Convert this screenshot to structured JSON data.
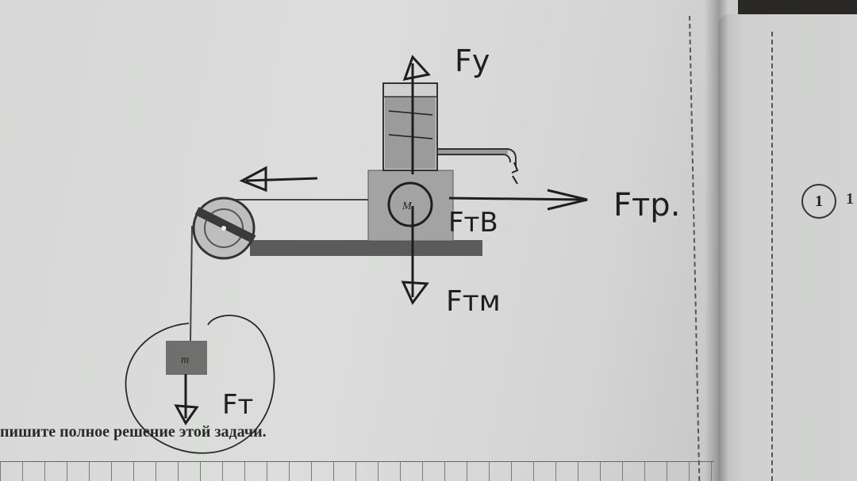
{
  "printed": {
    "caption": "пишите полное решение этой задачи.",
    "task_number": "1",
    "task_number_tail": "1",
    "block_large_label": "M",
    "block_small_label": "m"
  },
  "handwritten": {
    "force_up": "Fу",
    "force_right": "Fтр.",
    "force_water": "FтВ",
    "force_large_block": "Fтм",
    "force_small_block": "Fт"
  },
  "colors": {
    "paper": "#d6d7d6",
    "block_large": "#a2a3a2",
    "block_small": "#6f6f6e",
    "table": "#5a5b5a",
    "ink": "#1e1e1e"
  }
}
